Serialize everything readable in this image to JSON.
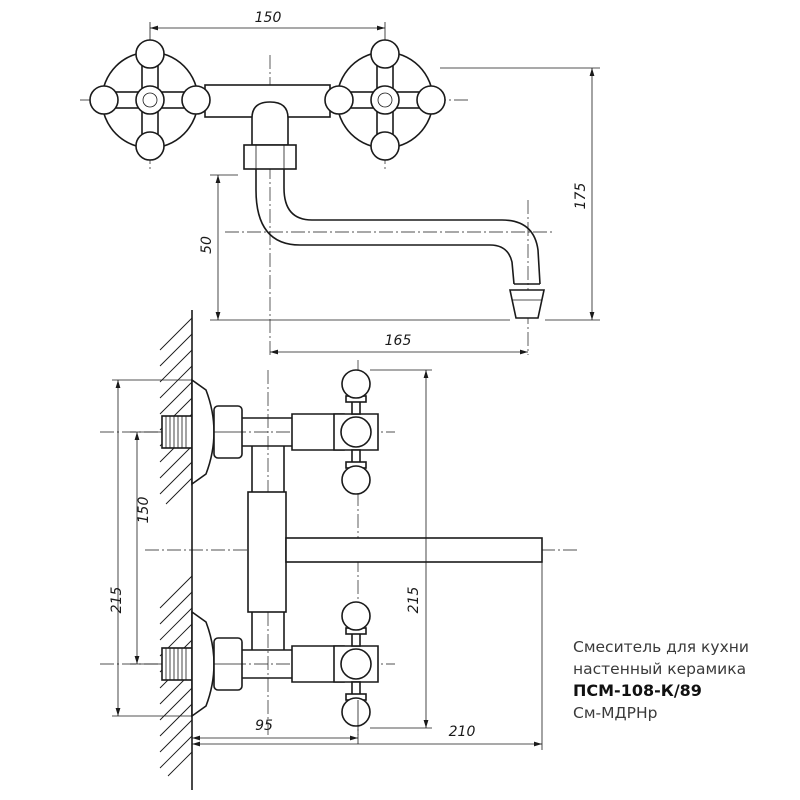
{
  "dimensions": {
    "top_width": "150",
    "top_height": "175",
    "top_spout_drop": "50",
    "top_spout_reach": "165",
    "side_spacing": "150",
    "side_total_height_left": "215",
    "side_total_height_right": "215",
    "side_depth": "95",
    "side_spout_reach": "210"
  },
  "caption": {
    "line1": "Смеситель для кухни",
    "line2": "настенный керамика",
    "model": "ПСМ-108-К/89",
    "code": "См-МДРНр"
  }
}
